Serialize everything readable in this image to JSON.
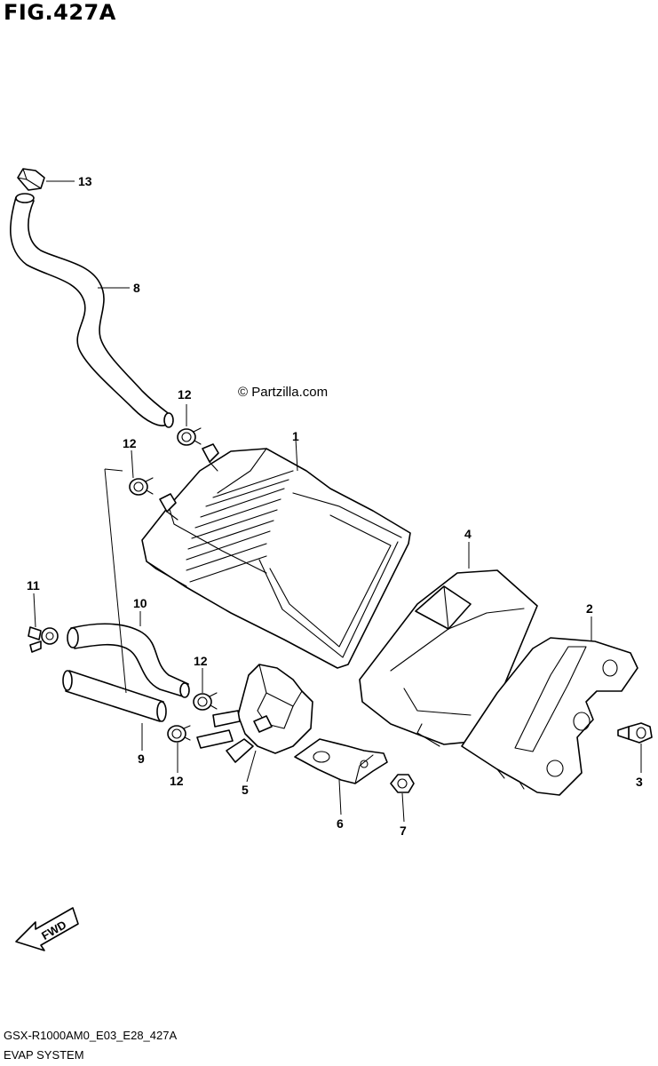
{
  "figure_title": "FIG.427A",
  "watermark": "© Partzilla.com",
  "footer": {
    "model_code": "GSX-R1000AM0_E03_E28_427A",
    "system_name": "EVAP SYSTEM"
  },
  "fwd_label": "FWD",
  "callouts": {
    "c1": "1",
    "c2": "2",
    "c3": "3",
    "c4": "4",
    "c5": "5",
    "c6": "6",
    "c7": "7",
    "c8": "8",
    "c9": "9",
    "c10": "10",
    "c11": "11",
    "c12a": "12",
    "c12b": "12",
    "c12c": "12",
    "c12d": "12",
    "c13": "13"
  }
}
